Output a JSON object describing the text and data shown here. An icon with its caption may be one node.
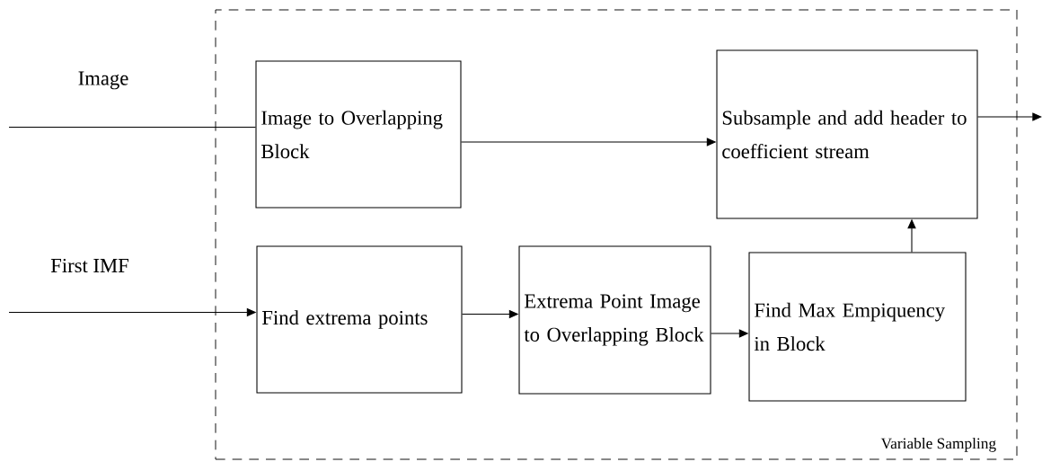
{
  "diagram": {
    "nodes": [
      {
        "text": [
          "Variable Sampling"
        ]
      },
      {
        "text": [
          "Image to Overlapping Block"
        ],
        "in": 0
      },
      {
        "text": [
          "Subsample and add header to coefficient stream"
        ],
        "in": 0
      },
      {
        "text": [
          "Find extrema points"
        ],
        "in": 0
      },
      {
        "text": [
          "Extrema Point Image to Overlapping Block"
        ],
        "in": 0
      },
      {
        "text": [
          "Find Max Empiquency in Block"
        ],
        "in": 0
      }
    ],
    "edges": [
      {
        "from": null,
        "to": 1,
        "arrow": "none",
        "label": "Image"
      },
      {
        "from": 1,
        "to": 2,
        "arrow": "to"
      },
      {
        "from": 2,
        "to": null,
        "arrow": "to"
      },
      {
        "from": null,
        "to": 3,
        "arrow": "to",
        "label": "First IMF"
      },
      {
        "from": 3,
        "to": 4,
        "arrow": "to"
      },
      {
        "from": 4,
        "to": 5,
        "arrow": "to"
      },
      {
        "from": 5,
        "to": 2,
        "arrow": "to"
      }
    ]
  }
}
